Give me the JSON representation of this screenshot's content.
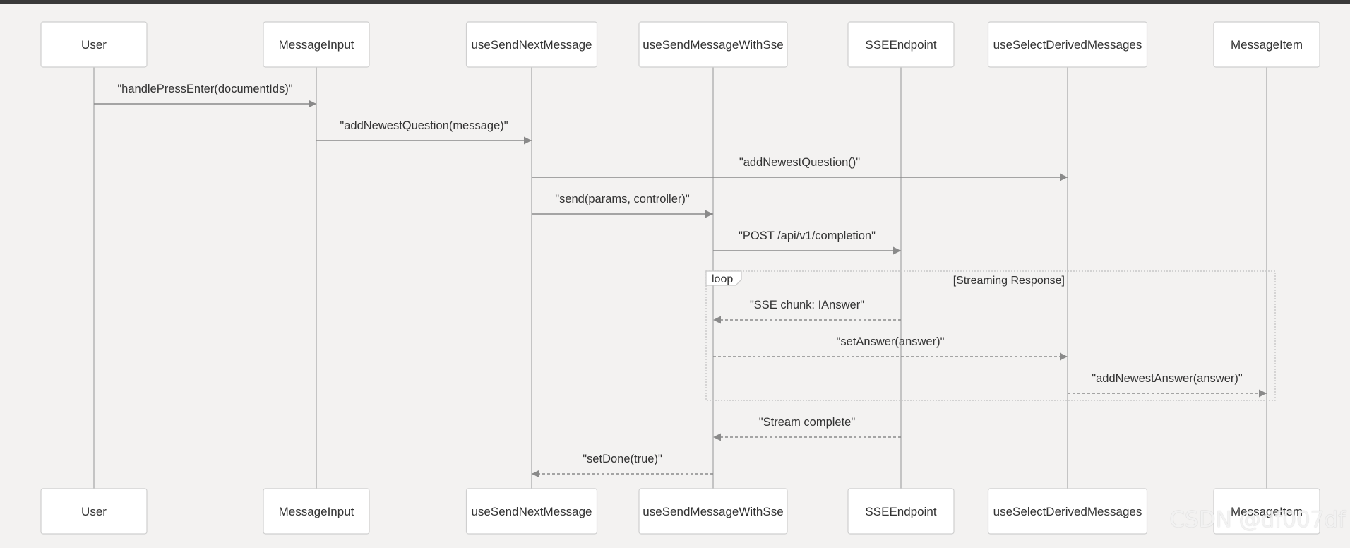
{
  "colors": {
    "background": "#f3f2f1",
    "box_fill": "#ffffff",
    "box_border": "#cfcfcf",
    "lifeline": "#b9b9b9",
    "arrow": "#8a8a8a",
    "text": "#333333"
  },
  "participants": [
    {
      "id": "user",
      "label": "User"
    },
    {
      "id": "message-input",
      "label": "MessageInput"
    },
    {
      "id": "use-send-next-message",
      "label": "useSendNextMessage"
    },
    {
      "id": "use-send-message-with-sse",
      "label": "useSendMessageWithSse"
    },
    {
      "id": "sse-endpoint",
      "label": "SSEEndpoint"
    },
    {
      "id": "use-select-derived-messages",
      "label": "useSelectDerivedMessages"
    },
    {
      "id": "message-item",
      "label": "MessageItem"
    }
  ],
  "messages": [
    {
      "from": 0,
      "to": 1,
      "label": "\"handlePressEnter(documentIds)\"",
      "style": "solid"
    },
    {
      "from": 1,
      "to": 2,
      "label": "\"addNewestQuestion(message)\"",
      "style": "solid"
    },
    {
      "from": 2,
      "to": 5,
      "label": "\"addNewestQuestion()\"",
      "style": "solid"
    },
    {
      "from": 2,
      "to": 3,
      "label": "\"send(params, controller)\"",
      "style": "solid"
    },
    {
      "from": 3,
      "to": 4,
      "label": "\"POST /api/v1/completion\"",
      "style": "solid"
    },
    {
      "from": 4,
      "to": 3,
      "label": "\"SSE chunk: IAnswer\"",
      "style": "dashed"
    },
    {
      "from": 3,
      "to": 5,
      "label": "\"setAnswer(answer)\"",
      "style": "dashed"
    },
    {
      "from": 5,
      "to": 6,
      "label": "\"addNewestAnswer(answer)\"",
      "style": "dashed"
    },
    {
      "from": 4,
      "to": 3,
      "label": "\"Stream complete\"",
      "style": "dashed"
    },
    {
      "from": 3,
      "to": 2,
      "label": "\"setDone(true)\"",
      "style": "dashed"
    }
  ],
  "loop": {
    "keyword": "loop",
    "condition": "[Streaming Response]",
    "first_message": 5,
    "last_message": 7
  },
  "watermark": "CSDN @df007df"
}
